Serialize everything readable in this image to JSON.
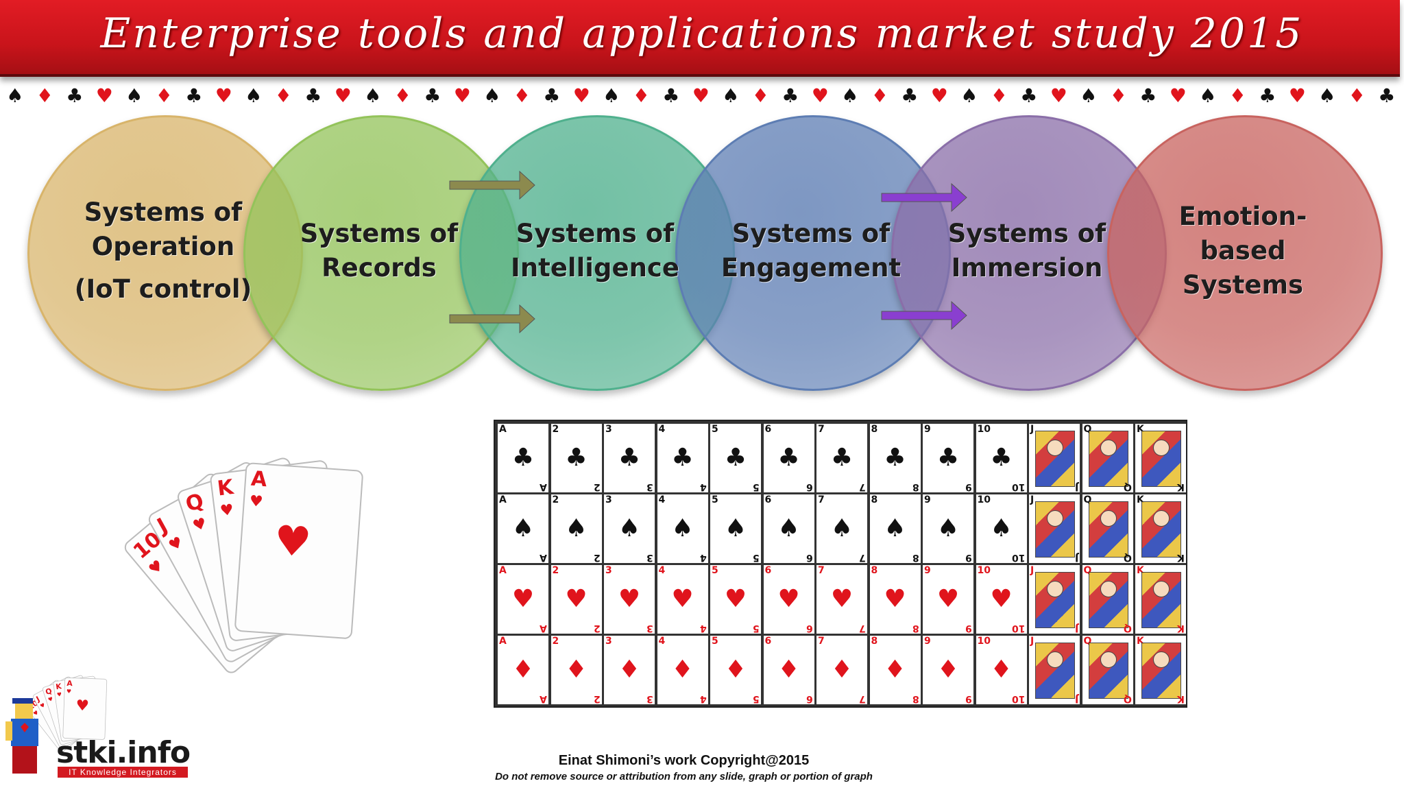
{
  "title": "Enterprise tools and applications market study 2015",
  "suit_strip": [
    "♠",
    "♦",
    "♣",
    "♥",
    "♠",
    "♦",
    "♣",
    "♥",
    "♠",
    "♦",
    "♣",
    "♥",
    "♠",
    "♦",
    "♣",
    "♥",
    "♠",
    "♦",
    "♣",
    "♥",
    "♠",
    "♦",
    "♣",
    "♥",
    "♠",
    "♦",
    "♣",
    "♥",
    "♠",
    "♦",
    "♣",
    "♥",
    "♠",
    "♦",
    "♣",
    "♥",
    "♠",
    "♦",
    "♣",
    "♥",
    "♠",
    "♦",
    "♣",
    "♥",
    "♠",
    "♦",
    "♣"
  ],
  "circles": [
    {
      "lines": [
        "Systems of",
        "Operation",
        "(IoT control)"
      ],
      "color": "#d8b46a"
    },
    {
      "lines": [
        "Systems of",
        "Records"
      ],
      "color": "#93c35a"
    },
    {
      "lines": [
        "Systems of",
        "Intelligence"
      ],
      "color": "#4fb08d"
    },
    {
      "lines": [
        "Systems of",
        "Engagement"
      ],
      "color": "#5d7db3"
    },
    {
      "lines": [
        "Systems of",
        "Immersion"
      ],
      "color": "#8a6ea8"
    },
    {
      "lines": [
        "Emotion-",
        "based",
        "Systems"
      ],
      "color": "#c8635f"
    }
  ],
  "arrow_colors": {
    "olive": "#8c8a4e",
    "purple": "#8a3fd0"
  },
  "big_fan_ranks": [
    "10",
    "J",
    "Q",
    "K",
    "A"
  ],
  "card_grid": {
    "ranks": [
      "A",
      "2",
      "3",
      "4",
      "5",
      "6",
      "7",
      "8",
      "9",
      "10",
      "J",
      "Q",
      "K"
    ],
    "suits": [
      {
        "symbol": "♣",
        "color": "#111111"
      },
      {
        "symbol": "♠",
        "color": "#111111"
      },
      {
        "symbol": "♥",
        "color": "#e0141c"
      },
      {
        "symbol": "♦",
        "color": "#e0141c"
      }
    ]
  },
  "logo": {
    "name": "stki.info",
    "tagline": "IT Knowledge Integrators"
  },
  "footer": {
    "credit": "Einat Shimoni’s work  Copyright@2015",
    "notice": "Do not remove source or attribution from any slide, graph or portion of graph"
  }
}
